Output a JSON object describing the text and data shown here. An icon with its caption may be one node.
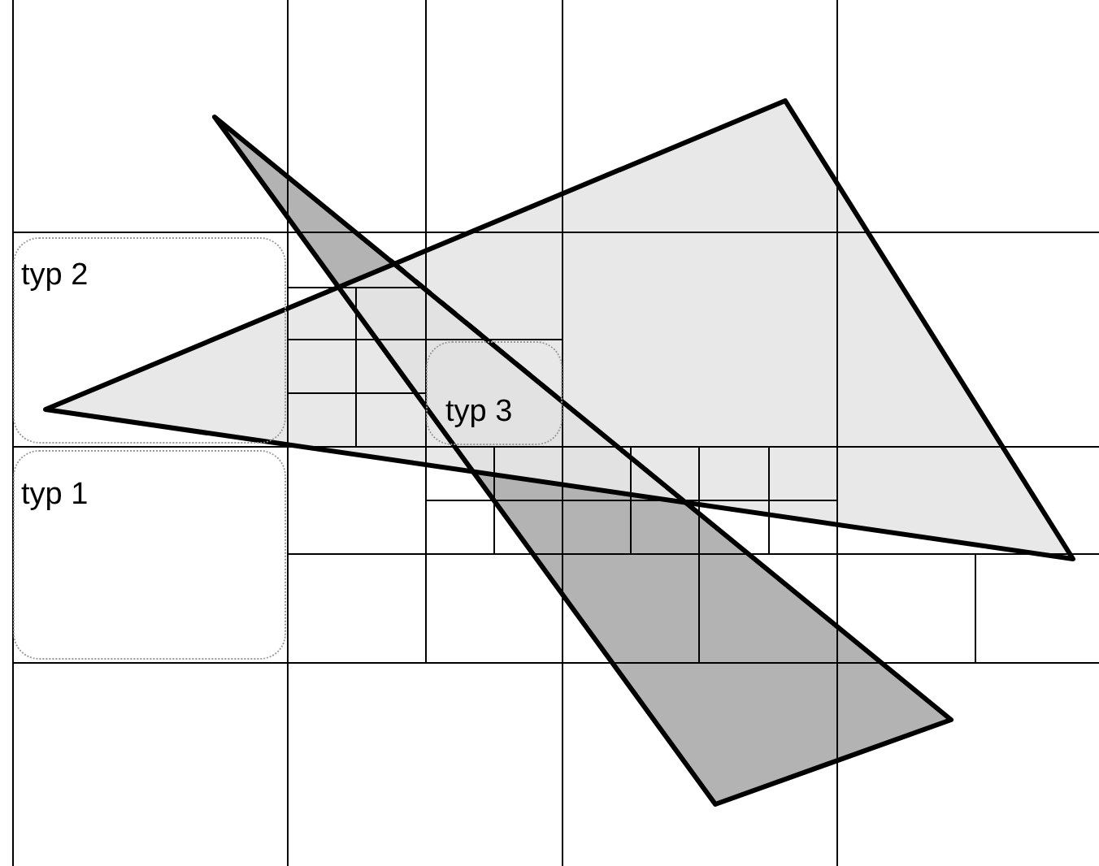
{
  "diagram": {
    "nodes": [
      {
        "text": [
          "typ 2"
        ]
      },
      {
        "text": [
          "typ 1"
        ]
      },
      {
        "text": [
          "typ 3"
        ]
      }
    ],
    "edges": []
  }
}
